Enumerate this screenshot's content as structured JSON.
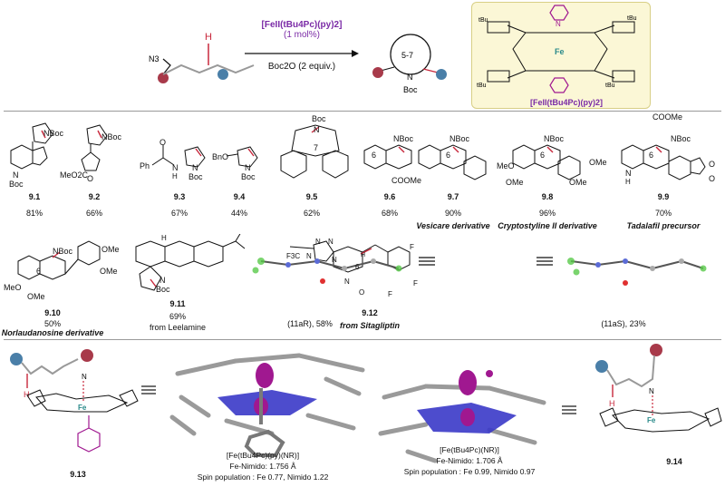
{
  "scheme": {
    "reactant_label": "N3",
    "h_label": "H",
    "catalyst": "[FeII(tBu4Pc)(py)2]",
    "loading": "(1 mol%)",
    "oxidant": "Boc2O (2 equiv.)",
    "ring_size": "5-7",
    "product_n": "N",
    "product_boc": "Boc",
    "catalyst_box": {
      "label": "[FeII(tBu4Pc)(py)2]",
      "metal": "Fe",
      "tbu": "tBu",
      "n": "N"
    }
  },
  "compounds": [
    {
      "id": "9.1",
      "yield": "81%",
      "note": "",
      "labels": [
        "NBoc",
        "N",
        "Boc"
      ]
    },
    {
      "id": "9.2",
      "yield": "66%",
      "note": "",
      "labels": [
        "NBoc",
        "MeO2C",
        "O"
      ]
    },
    {
      "id": "9.3",
      "yield": "67%",
      "note": "",
      "labels": [
        "Ph",
        "O",
        "N",
        "H",
        "N",
        "Boc"
      ]
    },
    {
      "id": "9.4",
      "yield": "44%",
      "note": "",
      "labels": [
        "BnO",
        "N",
        "Boc"
      ]
    },
    {
      "id": "9.5",
      "yield": "62%",
      "note": "",
      "labels": [
        "Boc",
        "N",
        "7"
      ]
    },
    {
      "id": "9.6",
      "yield": "68%",
      "note": "",
      "labels": [
        "6",
        "NBoc",
        "COOMe"
      ]
    },
    {
      "id": "9.7",
      "yield": "90%",
      "note": "Vesicare derivative",
      "labels": [
        "6",
        "NBoc"
      ]
    },
    {
      "id": "9.8",
      "yield": "96%",
      "note": "Cryptostyline II derivative",
      "labels": [
        "6",
        "NBoc",
        "MeO",
        "OMe",
        "OMe",
        "OMe"
      ]
    },
    {
      "id": "9.9",
      "yield": "70%",
      "note": "Tadalafil precursor",
      "labels": [
        "COOMe",
        "6",
        "NBoc",
        "N",
        "H",
        "O",
        "O"
      ]
    },
    {
      "id": "9.10",
      "yield": "50%",
      "note": "Norlaudanosine derivative",
      "labels": [
        "6",
        "NBoc",
        "OMe",
        "OMe",
        "MeO",
        "OMe"
      ]
    },
    {
      "id": "9.11",
      "yield": "69%",
      "note": "from Leelamine",
      "labels": [
        "H",
        "N",
        "Boc"
      ]
    }
  ],
  "sitagliptin": {
    "id": "9.12",
    "from": "from Sitagliptin",
    "left_isomer": "(11aR), 58%",
    "right_isomer": "(11aS), 23%",
    "labels": [
      "N",
      "N",
      "N",
      "N",
      "F3C",
      "N",
      "6",
      "O",
      "F",
      "F",
      "F",
      "H"
    ]
  },
  "dft": {
    "left_id": "9.13",
    "right_id": "9.14",
    "left_formula": "[Fe(tBu4Pc)(py)(NR)]",
    "left_bond": "Fe-Nimido: 1.756 Å",
    "left_spin": "Spin population : Fe 0.77, Nimido 1.22",
    "right_formula": "[Fe(tBu4Pc)(NR)]",
    "right_bond": "Fe-Nimido: 1.706 Å",
    "right_spin": "Spin population : Fe 0.99, Nimido 0.97",
    "h_label": "H",
    "n_label": "N",
    "fe_label": "Fe"
  },
  "colors": {
    "catalyst_purple": "#7a2aa6",
    "ring_red": "#c8283c",
    "ball_red": "#a83a4a",
    "ball_blue": "#4a7fa8",
    "box_yellow": "#fbf7d6",
    "fe_teal": "#2a8a8a",
    "spin_magenta": "#a01890",
    "porphyrin_blue": "#2a2ac8"
  }
}
